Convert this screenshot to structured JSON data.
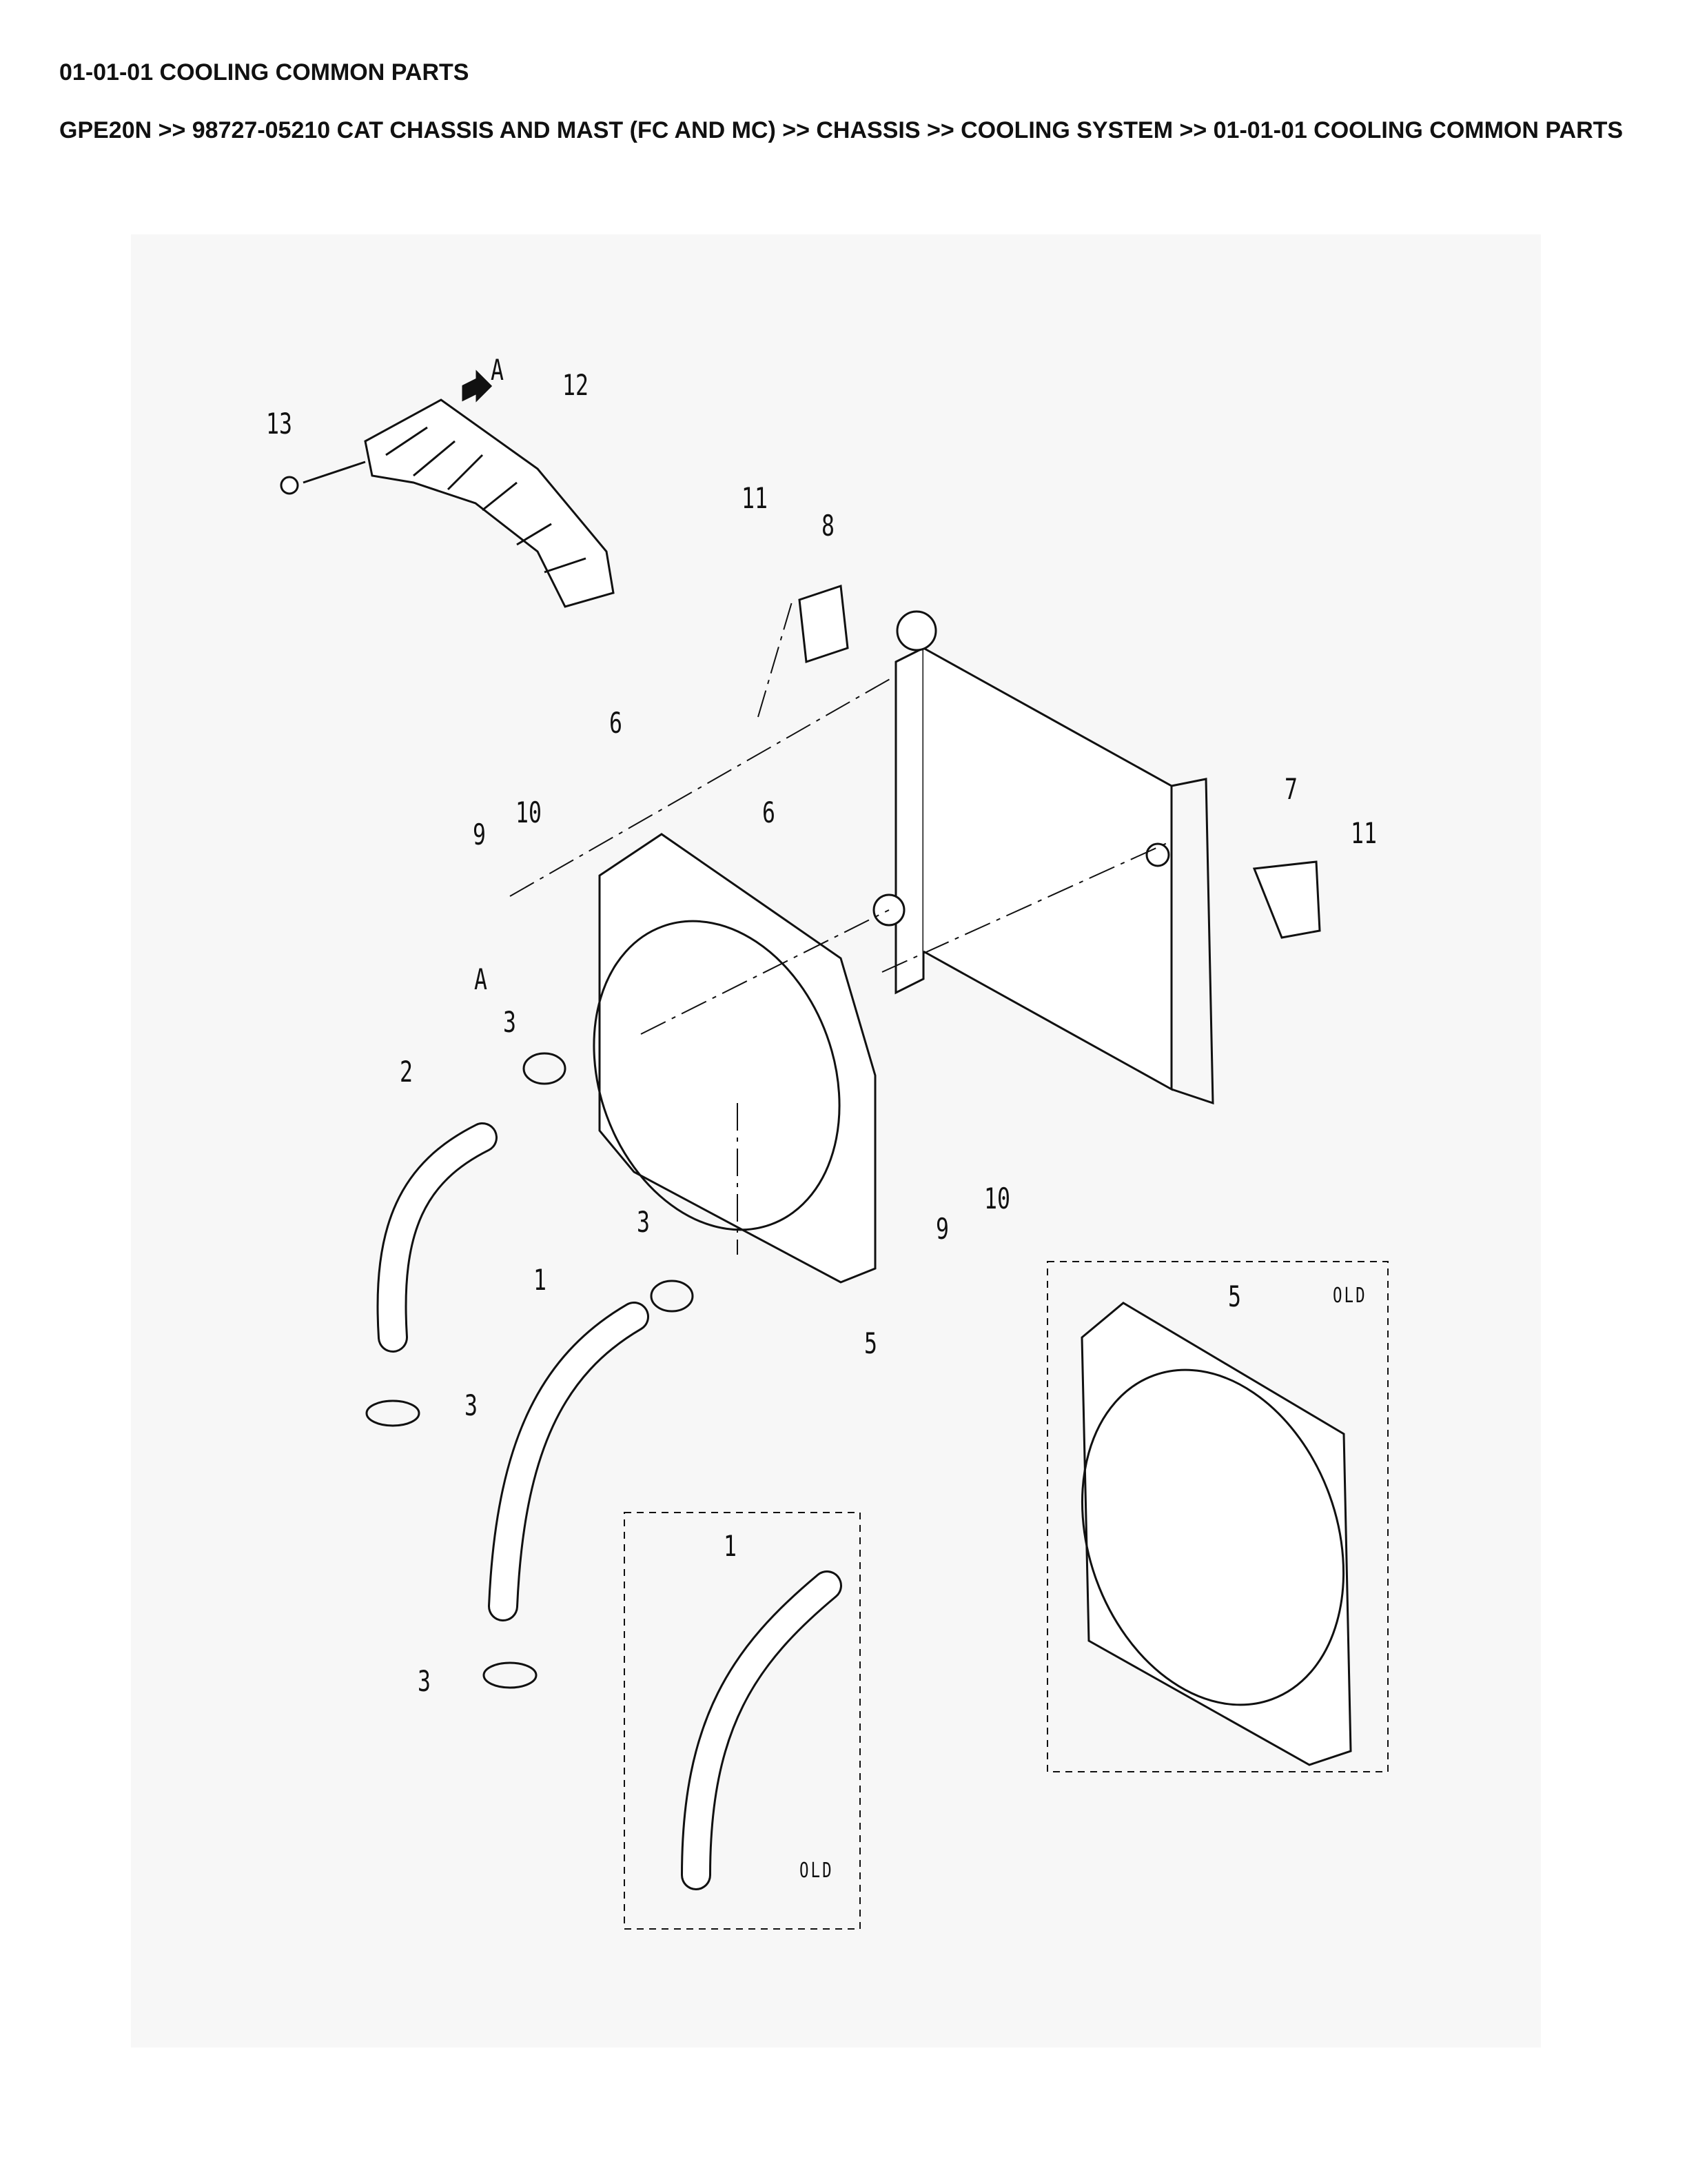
{
  "header": {
    "title": "01-01-01 COOLING COMMON PARTS",
    "breadcrumb": "GPE20N >> 98727-05210 CAT CHASSIS AND MAST (FC AND MC) >> CHASSIS >> COOLING SYSTEM >> 01-01-01 COOLING COMMON PARTS"
  },
  "diagram": {
    "callouts": [
      "13",
      "A",
      "12",
      "11",
      "8",
      "6",
      "9",
      "10",
      "6",
      "7",
      "11",
      "A",
      "3",
      "2",
      "9",
      "10",
      "3",
      "1",
      "5",
      "5",
      "3",
      "1",
      "3"
    ],
    "old_labels": [
      "OLD",
      "OLD"
    ]
  }
}
